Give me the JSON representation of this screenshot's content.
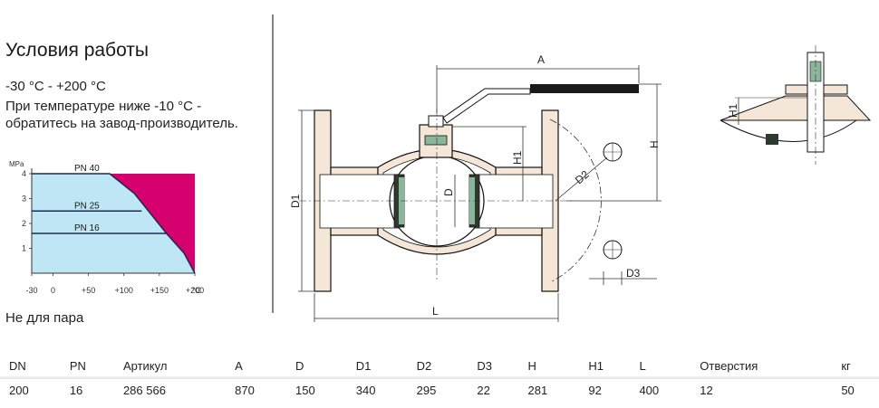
{
  "heading": "Условия работы",
  "conditions": {
    "temp_range": "-30 °C - +200 °C",
    "note_line1": "При температуре ниже -10 °С -",
    "note_line2": "обратитесь на завод-производитель."
  },
  "chart_data": {
    "type": "area",
    "unit_y": "MPa",
    "unit_x": "°С",
    "x_ticks": [
      "-30",
      "0",
      "+50",
      "+100",
      "+150",
      "+200"
    ],
    "x_tick_values": [
      -30,
      0,
      50,
      100,
      150,
      200
    ],
    "y_ticks": [
      "1",
      "2",
      "3",
      "4"
    ],
    "y_tick_values": [
      1,
      2,
      3,
      4
    ],
    "xlim": [
      -30,
      200
    ],
    "ylim": [
      0,
      4
    ],
    "series": [
      {
        "name": "PN 40",
        "points": [
          [
            -30,
            4.0
          ],
          [
            80,
            4.0
          ],
          [
            115,
            3.2
          ],
          [
            160,
            1.6
          ],
          [
            185,
            0.8
          ],
          [
            200,
            0.0
          ]
        ]
      },
      {
        "name": "PN 25",
        "points": [
          [
            -30,
            2.5
          ],
          [
            125,
            2.5
          ]
        ]
      },
      {
        "name": "PN 16",
        "points": [
          [
            -30,
            1.6
          ],
          [
            160,
            1.6
          ]
        ]
      }
    ],
    "colors": {
      "allowed": "#bfe6f4",
      "forbidden": "#d6006f",
      "curve": "#1f2b52"
    }
  },
  "diagram": {
    "labels": {
      "A": "A",
      "H": "H",
      "H1": "H1",
      "H1_detail": "H1",
      "D": "D",
      "D1": "D1",
      "D2": "D2",
      "D3": "D3",
      "L": "L"
    }
  },
  "footnote": "Не для пара",
  "table": {
    "headers": [
      "DN",
      "PN",
      "Артикул",
      "A",
      "D",
      "D1",
      "D2",
      "D3",
      "H",
      "H1",
      "L",
      "Отверстия",
      "кг"
    ],
    "rows": [
      [
        "200",
        "16",
        "286 566",
        "870",
        "150",
        "340",
        "295",
        "22",
        "281",
        "92",
        "400",
        "12",
        "50"
      ]
    ]
  }
}
